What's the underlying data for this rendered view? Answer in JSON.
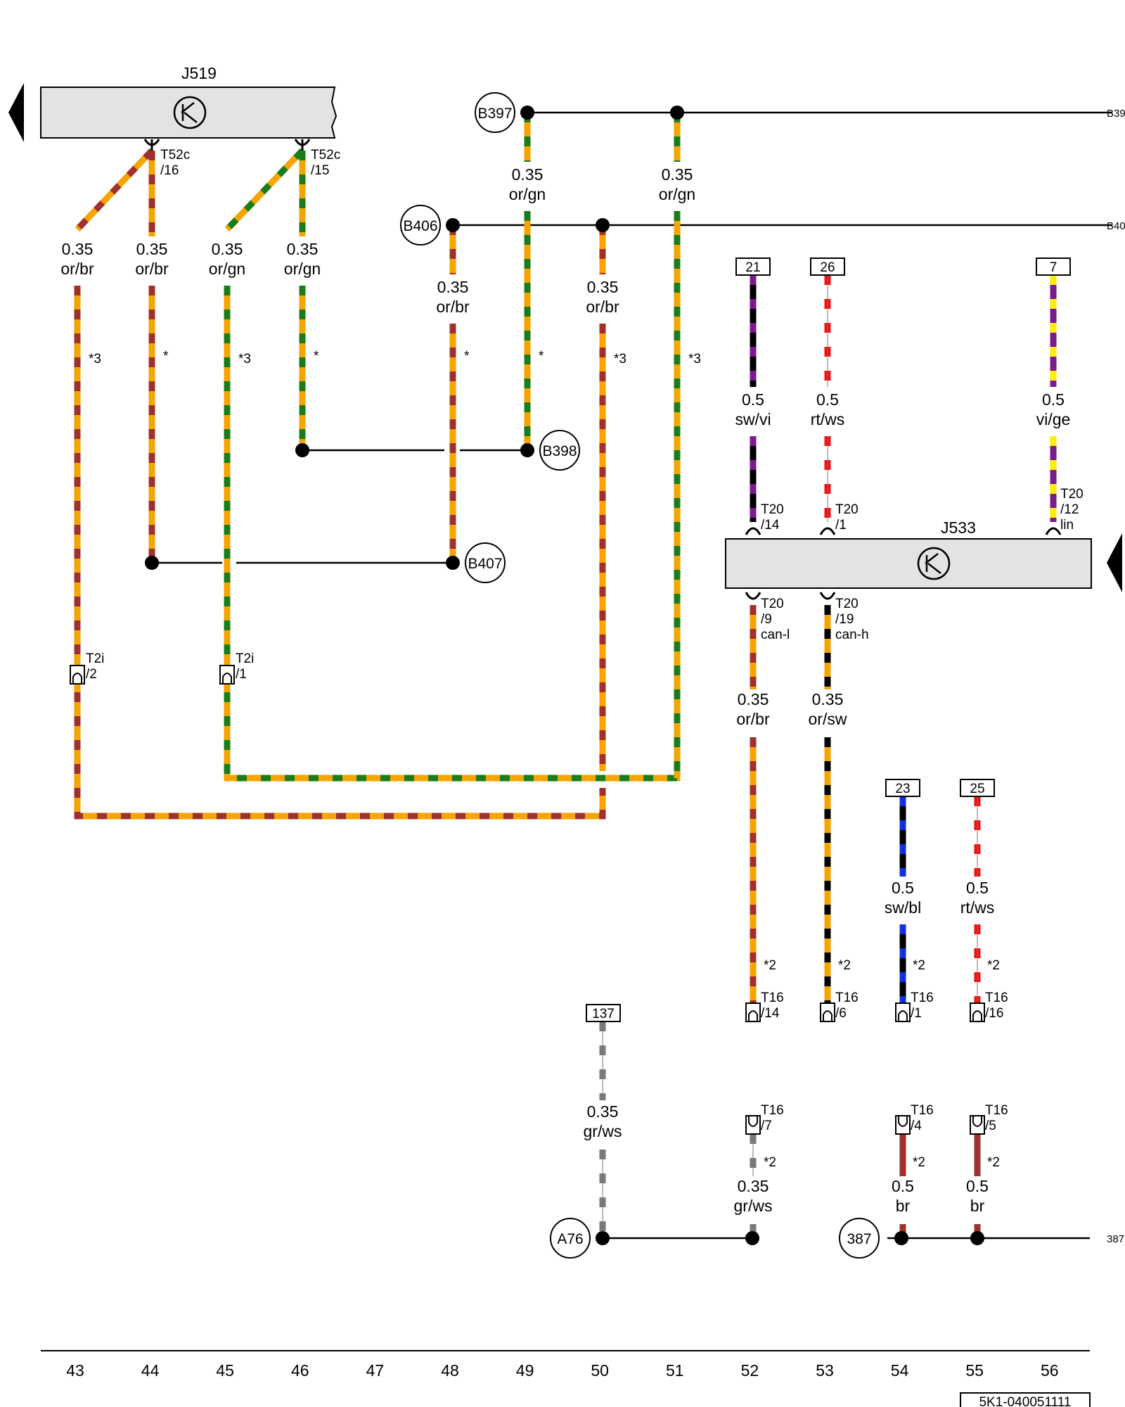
{
  "diagram": {
    "controllers": {
      "j519": "J519",
      "j533": "J533"
    },
    "connections": {
      "b397": "B397",
      "b406": "B406",
      "b398": "B398",
      "b407": "B407",
      "a76": "A76",
      "g387": "387"
    },
    "edge_refs": {
      "b397_edge": "B39",
      "b406_edge": "B40",
      "r387_edge": "387"
    },
    "pins": {
      "t52c_16_a": "T52c",
      "t52c_16_b": "/16",
      "t52c_15_a": "T52c",
      "t52c_15_b": "/15",
      "t2i_2_a": "T2i",
      "t2i_2_b": "/2",
      "t2i_1_a": "T2i",
      "t2i_1_b": "/1",
      "t20_14_a": "T20",
      "t20_14_b": "/14",
      "t20_1_a": "T20",
      "t20_1_b": "/1",
      "t20_12_a": "T20",
      "t20_12_b": "/12",
      "t20_12_c": "lin",
      "t20_9_a": "T20",
      "t20_9_b": "/9",
      "t20_9_c": "can-l",
      "t20_19_a": "T20",
      "t20_19_b": "/19",
      "t20_19_c": "can-h",
      "t16_14_a": "T16",
      "t16_14_b": "/14",
      "t16_6_a": "T16",
      "t16_6_b": "/6",
      "t16_1_a": "T16",
      "t16_1_b": "/1",
      "t16_16_a": "T16",
      "t16_16_b": "/16",
      "t16_7_a": "T16",
      "t16_7_b": "/7",
      "t16_4_a": "T16",
      "t16_4_b": "/4",
      "t16_5_a": "T16",
      "t16_5_b": "/5"
    },
    "wires": {
      "w43": {
        "size": "0.35",
        "color": "or/br",
        "note": "*3"
      },
      "w44": {
        "size": "0.35",
        "color": "or/br",
        "note": "*"
      },
      "w45": {
        "size": "0.35",
        "color": "or/gn",
        "note": "*3"
      },
      "w46": {
        "size": "0.35",
        "color": "or/gn",
        "note": "*"
      },
      "w48": {
        "size": "0.35",
        "color": "or/br",
        "note": "*"
      },
      "w49": {
        "size": "0.35",
        "color": "or/gn",
        "note": "*"
      },
      "w50": {
        "size": "0.35",
        "color": "or/br",
        "note": "*3"
      },
      "w51": {
        "size": "0.35",
        "color": "or/gn",
        "note": "*3"
      },
      "w52a": {
        "size": "0.5",
        "color": "sw/vi"
      },
      "w53a": {
        "size": "0.5",
        "color": "rt/ws"
      },
      "w56a": {
        "size": "0.5",
        "color": "vi/ge"
      },
      "w52b": {
        "size": "0.35",
        "color": "or/br",
        "note": "*2"
      },
      "w53b": {
        "size": "0.35",
        "color": "or/sw",
        "note": "*2"
      },
      "w54a": {
        "size": "0.5",
        "color": "sw/bl",
        "note": "*2"
      },
      "w55a": {
        "size": "0.5",
        "color": "rt/ws",
        "note": "*2"
      },
      "w50b": {
        "size": "0.35",
        "color": "gr/ws"
      },
      "w52c": {
        "size": "0.35",
        "color": "gr/ws",
        "note": "*2"
      },
      "w54b": {
        "size": "0.5",
        "color": "br",
        "note": "*2"
      },
      "w55b": {
        "size": "0.5",
        "color": "br",
        "note": "*2"
      }
    },
    "fuse_refs": {
      "r21": "21",
      "r26": "26",
      "r7": "7",
      "r23": "23",
      "r25": "25",
      "r137": "137"
    },
    "columns": [
      "43",
      "44",
      "45",
      "46",
      "47",
      "48",
      "49",
      "50",
      "51",
      "52",
      "53",
      "54",
      "55",
      "56"
    ],
    "doc_id": "5K1-040051111",
    "colors": {
      "orange": "#f5a400",
      "brown": "#a0302c",
      "green": "#1a7d1a",
      "black": "#000000",
      "violet": "#7a1a8c",
      "red": "#ee1111",
      "white": "#ffffff",
      "yellow": "#ffee00",
      "blue": "#1030e0",
      "grey": "#7a7a7a",
      "box": "#e3e3e3"
    }
  }
}
